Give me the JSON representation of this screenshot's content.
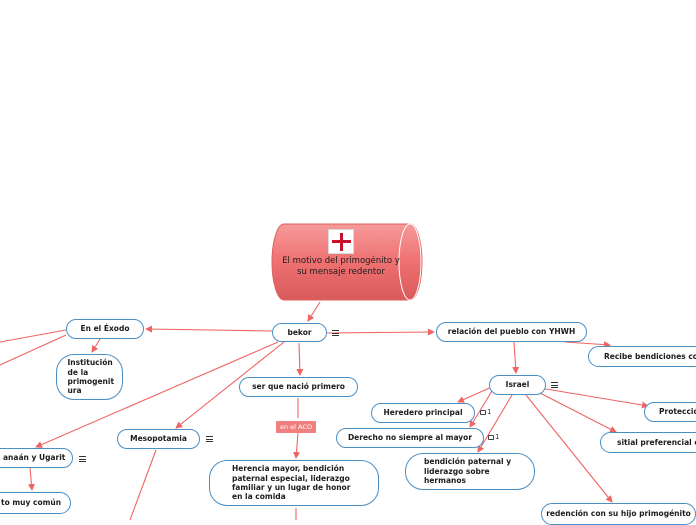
{
  "central": {
    "title": "El motivo del primogénito y su mensaje redentor",
    "icon": "red-cross-flag-icon"
  },
  "colors": {
    "edge": "#f06464",
    "node_border": "#4a8fc4",
    "central_fill": "#f07a7a",
    "tag_fill": "#f08080"
  },
  "nodes": {
    "bekor": "bekor",
    "exodo": "En el Éxodo",
    "institucion": "Institución de la primogenit ura",
    "ser": "ser que nació primero",
    "tag_aco": "en el ACO",
    "herencia": "Herencia mayor, bendición paternal especial, liderazgo familiar y un lugar de honor en la comida",
    "mesopotamia": "Mesopotamia",
    "canaan": "anaán y Ugarit",
    "muycomun": "to muy común",
    "relacion": "relación del pueblo con YHWH",
    "recibe": "Recibe bendiciones con",
    "israel": "Israel",
    "heredero": "Heredero principal",
    "derecho": "Derecho no siempre al mayor",
    "bendicion": "bendición paternal y liderazgo sobre hermanos",
    "proteccion": "Protecció",
    "sitial": "sitial preferencial en",
    "redencion": "redención con su hijo primogénito"
  },
  "comments": {
    "heredero_count": "1",
    "derecho_count": "1"
  }
}
